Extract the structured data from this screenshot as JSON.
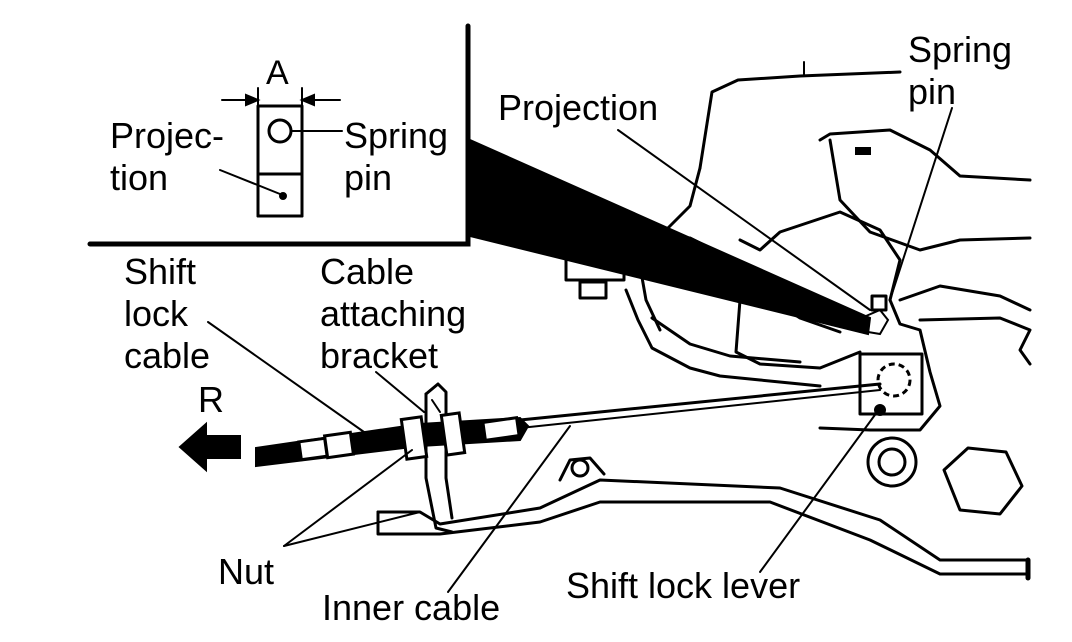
{
  "labels": {
    "inset_dimension": "A",
    "inset_projection_line1": "Projec-",
    "inset_projection_line2": "tion",
    "inset_spring_line1": "Spring",
    "inset_spring_line2": "pin",
    "projection": "Projection",
    "spring_pin_line1": "Spring",
    "spring_pin_line2": "pin",
    "shift_lock_cable_line1": "Shift",
    "shift_lock_cable_line2": "lock",
    "shift_lock_cable_line3": "cable",
    "bracket_line1": "Cable",
    "bracket_line2": "attaching",
    "bracket_line3": "bracket",
    "direction": "R",
    "nut": "Nut",
    "inner_cable": "Inner cable",
    "shift_lock_lever": "Shift lock lever"
  }
}
